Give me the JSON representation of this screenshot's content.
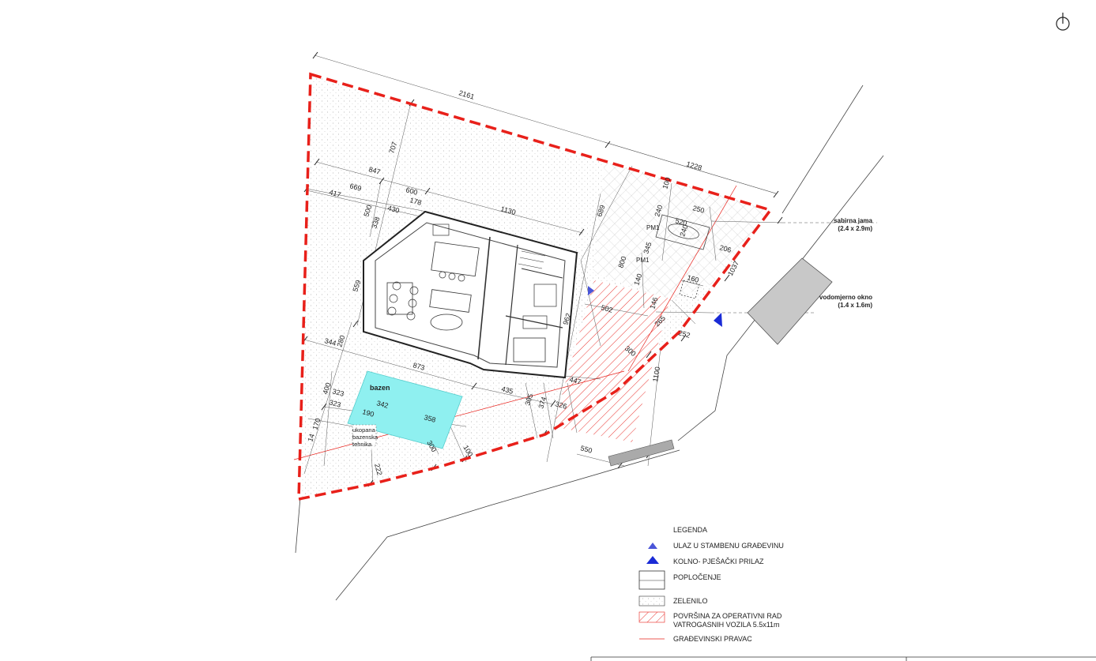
{
  "dimensions": {
    "top_total": "2161",
    "top_right": "1228",
    "left_707": "707",
    "d847": "847",
    "d669": "669",
    "d600": "600",
    "d417": "417",
    "d178": "178",
    "d430": "430",
    "d1130": "1130",
    "d500": "500",
    "d338": "338",
    "d559": "559",
    "d344": "344",
    "d280": "280",
    "d873": "873",
    "d400": "400",
    "d323a": "323",
    "d323b": "323",
    "d342": "342",
    "d190": "190",
    "d358": "358",
    "d170": "170",
    "d14": "14",
    "d300a": "300",
    "d100": "100",
    "d222": "222",
    "d435": "435",
    "d305": "305",
    "d374": "374",
    "d326": "326",
    "d447": "447",
    "d962": "962",
    "d689": "689",
    "d800": "800",
    "d502": "502",
    "d300b": "300",
    "d1100": "1100",
    "d550": "550",
    "d240a": "240",
    "d250": "250",
    "d520": "520",
    "d240b": "240",
    "d206": "206",
    "d345": "345",
    "d140": "140",
    "d146": "146",
    "d160": "160",
    "d1037": "1037",
    "d252": "252",
    "d265": "265",
    "d100b": "100"
  },
  "labels": {
    "pm1a": "PM1",
    "pm1b": "PM1",
    "bazen": "bazen",
    "ukopana1": "ukopana",
    "ukopana2": "bazenska",
    "ukopana3": "tehnika",
    "sabirna_title": "sabirna jama",
    "sabirna_size": "(2.4 x 2.9m)",
    "vodomjerno_title": "vodomjerno okno",
    "vodomjerno_size": "(1.4 x 1.6m)"
  },
  "legend": {
    "title": "LEGENDA",
    "items": [
      {
        "label": "ULAZ U STAMBENU GRAĐEVINU",
        "icon": "small-blue-triangle"
      },
      {
        "label": "KOLNO- PJEŠAČKI PRILAZ",
        "icon": "blue-triangle"
      },
      {
        "label": "POPLOČENJE",
        "icon": "paving-box"
      },
      {
        "label": "ZELENILO",
        "icon": "greenery-box"
      },
      {
        "label": "POVRŠINA ZA OPERATIVNI RAD",
        "label2": "VATROGASNIH VOZILA 5.5x11m",
        "icon": "red-hatch-box"
      },
      {
        "label": "GRAĐEVINSKI PRAVAC",
        "icon": "red-line"
      }
    ]
  },
  "colors": {
    "boundary": "#e8201a",
    "pool": "#8ff0f0",
    "blue": "#1a2bd6",
    "hatch": "#e8201a"
  }
}
